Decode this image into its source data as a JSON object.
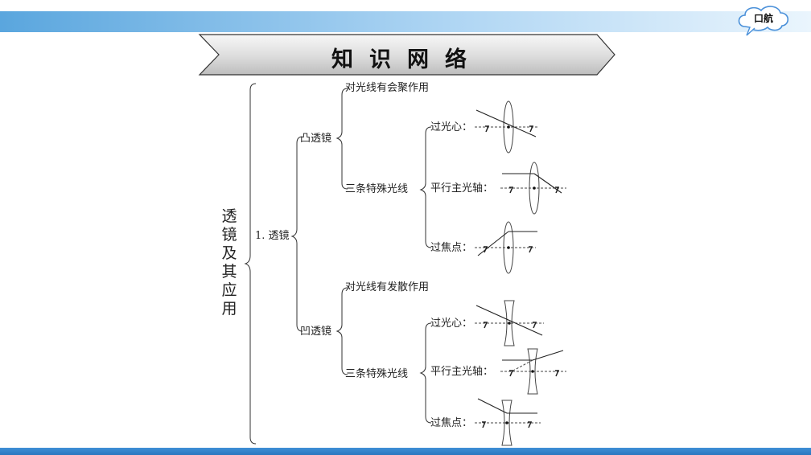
{
  "nav": {
    "label": "口航"
  },
  "banner": {
    "title": "知识网络"
  },
  "tree": {
    "root_chars": [
      "透",
      "镜",
      "及",
      "其",
      "应",
      "用"
    ],
    "level1": "1. 透镜",
    "convex": {
      "label": "凸透镜",
      "effect": "对光线有会聚作用",
      "rays_label": "三条特殊光线",
      "rays": [
        "过光心：",
        "平行主光轴：",
        "过焦点："
      ]
    },
    "concave": {
      "label": "凹透镜",
      "effect": "对光线有发散作用",
      "rays_label": "三条特殊光线",
      "rays": [
        "过光心：",
        "平行主光轴：",
        "过焦点："
      ]
    }
  }
}
